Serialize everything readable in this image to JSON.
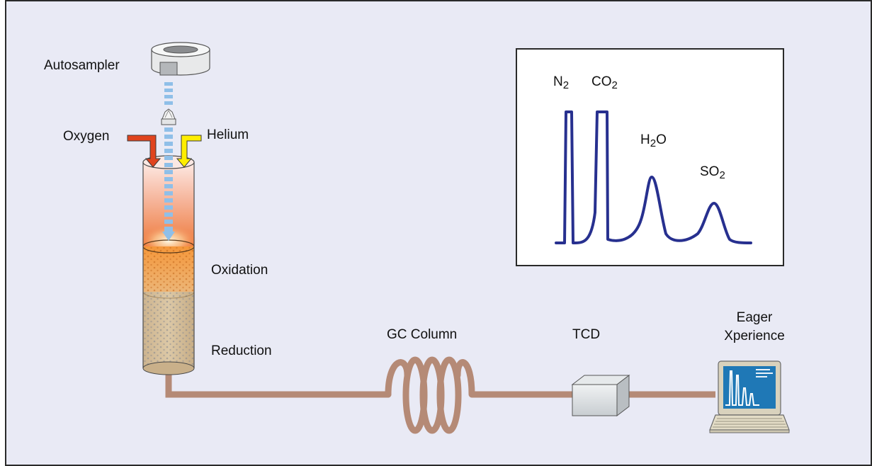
{
  "labels": {
    "autosampler": "Autosampler",
    "oxygen": "Oxygen",
    "helium": "Helium",
    "oxidation": "Oxidation",
    "reduction": "Reduction",
    "gc_column": "GC Column",
    "tcd": "TCD",
    "software_line1": "Eager",
    "software_line2": "Xperience"
  },
  "chromatogram": {
    "peaks": [
      {
        "main": "N",
        "sub": "2",
        "tail": ""
      },
      {
        "main": "CO",
        "sub": "2",
        "tail": ""
      },
      {
        "main": "H",
        "sub": "2",
        "tail": "O"
      },
      {
        "main": "SO",
        "sub": "2",
        "tail": ""
      }
    ]
  },
  "colors": {
    "background": "#e9eaf5",
    "frame": "#2a2a2a",
    "trace": "#27308f",
    "tubing": "#b58a76",
    "oxygen_arrow": "#e0441e",
    "helium_arrow": "#ffee00",
    "sample_stream": "#8fbfe8"
  },
  "icons": [
    "autosampler-icon",
    "sample-capsule-icon",
    "reactor-tube-icon",
    "gc-coil-icon",
    "tcd-detector-icon",
    "laptop-icon"
  ]
}
